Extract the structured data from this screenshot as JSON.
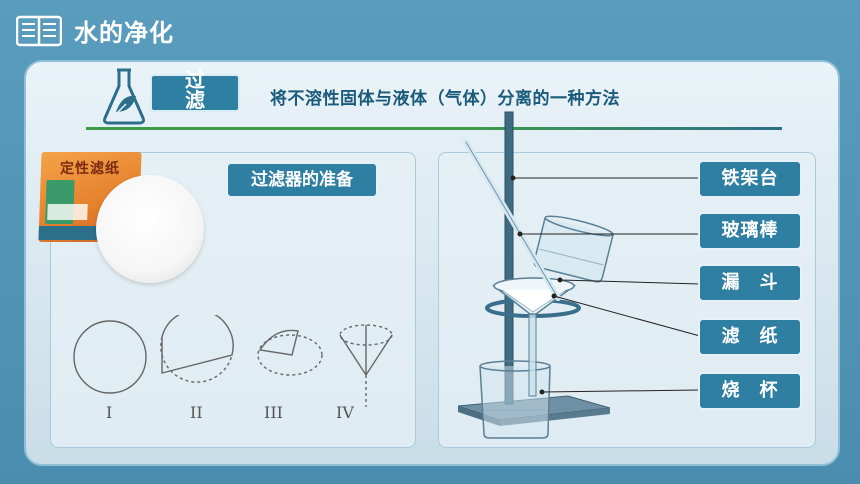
{
  "header": {
    "title": "水的净化",
    "icon": "book-icon"
  },
  "section": {
    "badge_line1": "过",
    "badge_line2": "滤",
    "definition": "将不溶性固体与液体（气体）分离的一种方法",
    "icon": "flask-leaf-icon"
  },
  "left_card": {
    "badge": "过滤器的准备",
    "product_label": "定性滤纸",
    "steps": [
      "I",
      "II",
      "III",
      "IV"
    ]
  },
  "right_card": {
    "parts": [
      "铁架台",
      "玻璃棒",
      "漏　斗",
      "滤　纸",
      "烧　杯"
    ]
  },
  "colors": {
    "background": "#4b8daf",
    "badge": "#2f7fa3",
    "rule": "#3d9a4a",
    "definition_text": "#1a5a7a"
  }
}
